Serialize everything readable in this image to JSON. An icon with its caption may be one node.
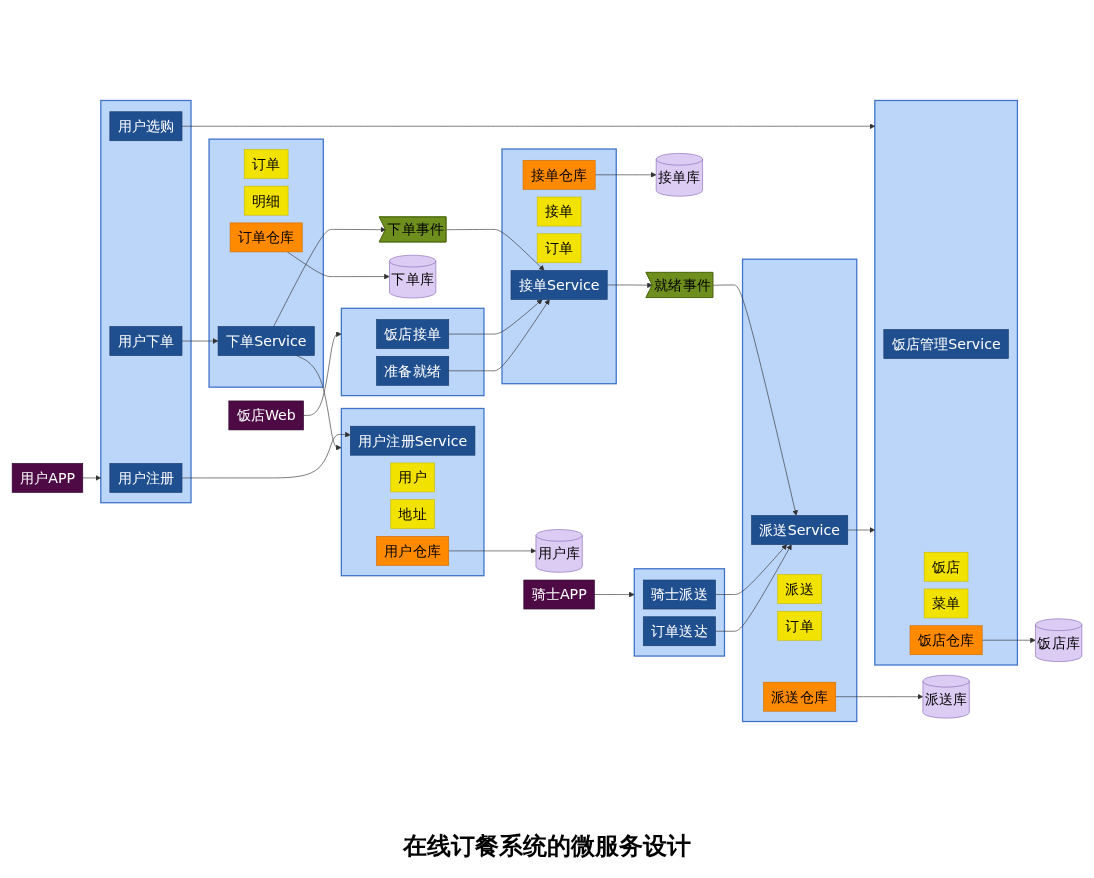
{
  "diagram": {
    "caption": "在线订餐系统的微服务设计",
    "nodes": [
      {
        "text": [
          "用户APP"
        ]
      },
      {
        "text": [],
        "shape": "hexagon"
      },
      {
        "text": [
          "用户注册"
        ],
        "in": 1
      },
      {
        "text": [
          "用户下单"
        ],
        "in": 1
      },
      {
        "text": [
          "用户选购"
        ],
        "in": 1
      },
      {
        "text": [
          "饭店Web"
        ]
      },
      {
        "text": [],
        "shape": "hexagon"
      },
      {
        "text": [
          "饭店接单"
        ],
        "in": 6
      },
      {
        "text": [
          "准备就绪"
        ],
        "in": 6
      },
      {
        "text": [
          "骑士APP"
        ]
      },
      {
        "text": [],
        "shape": "hexagon"
      },
      {
        "text": [
          "骑士派送"
        ],
        "in": 10
      },
      {
        "text": [
          "订单送达"
        ],
        "in": 10
      },
      {
        "text": [],
        "shape": "hexagon"
      },
      {
        "text": [
          "用户注册Service"
        ],
        "in": 13
      },
      {
        "text": [
          "用户"
        ],
        "in": 13
      },
      {
        "text": [
          "地址"
        ],
        "in": 13
      },
      {
        "text": [
          "用户仓库"
        ],
        "in": 13
      },
      {
        "text": [
          "用户库"
        ]
      },
      {
        "text": [],
        "shape": "hexagon"
      },
      {
        "text": [
          "下单Service"
        ],
        "in": 19
      },
      {
        "text": [
          "订单"
        ],
        "in": 19
      },
      {
        "text": [
          "明细"
        ],
        "in": 19
      },
      {
        "text": [
          "订单仓库"
        ],
        "in": 19
      },
      {
        "text": [
          "下单库"
        ]
      },
      {
        "text": [
          "下单事件"
        ]
      },
      {
        "text": [],
        "shape": "hexagon"
      },
      {
        "text": [
          "接单Service"
        ],
        "in": 26
      },
      {
        "text": [
          "接单"
        ],
        "in": 26
      },
      {
        "text": [
          "订单"
        ],
        "in": 26
      },
      {
        "text": [
          "接单仓库"
        ],
        "in": 26
      },
      {
        "text": [
          "接单库"
        ]
      },
      {
        "text": [
          "就绪事件"
        ]
      },
      {
        "text": [],
        "shape": "hexagon"
      },
      {
        "text": [
          "派送Service"
        ],
        "in": 33
      },
      {
        "text": [
          "派送"
        ],
        "in": 33
      },
      {
        "text": [
          "订单"
        ],
        "in": 33
      },
      {
        "text": [
          "派送仓库"
        ],
        "in": 33
      },
      {
        "text": [
          "派送库"
        ]
      },
      {
        "text": [],
        "shape": "hexagon"
      },
      {
        "text": [
          "饭店管理Service"
        ],
        "in": 39
      },
      {
        "text": [
          "饭店"
        ],
        "in": 39
      },
      {
        "text": [
          "菜单"
        ],
        "in": 39
      },
      {
        "text": [
          "饭店仓库"
        ],
        "in": 39
      },
      {
        "text": [
          "饭店库"
        ]
      }
    ],
    "edges": [
      {
        "from": 0,
        "to": 1,
        "arrow": "to"
      },
      {
        "from": 2,
        "to": 14,
        "arrow": "to"
      },
      {
        "from": 3,
        "to": 20,
        "arrow": "to"
      },
      {
        "from": 20,
        "to": 13,
        "arrow": "to"
      },
      {
        "from": 17,
        "to": 18,
        "arrow": "to"
      },
      {
        "from": 23,
        "to": 24,
        "arrow": "to"
      },
      {
        "from": 20,
        "to": 25,
        "arrow": "to"
      },
      {
        "from": 25,
        "to": 27,
        "arrow": "to"
      },
      {
        "from": 5,
        "to": 6,
        "arrow": "to"
      },
      {
        "from": 7,
        "to": 27,
        "arrow": "to"
      },
      {
        "from": 8,
        "to": 27,
        "arrow": "to"
      },
      {
        "from": 27,
        "to": 32,
        "arrow": "to"
      },
      {
        "from": 30,
        "to": 31,
        "arrow": "to"
      },
      {
        "from": 4,
        "to": 39,
        "arrow": "to"
      },
      {
        "from": 9,
        "to": 10,
        "arrow": "to"
      },
      {
        "from": 32,
        "to": 34,
        "arrow": "to"
      },
      {
        "from": 11,
        "to": 34,
        "arrow": "to"
      },
      {
        "from": 12,
        "to": 34,
        "arrow": "to"
      },
      {
        "from": 37,
        "to": 38,
        "arrow": "to"
      },
      {
        "from": 34,
        "to": 39,
        "arrow": "to"
      },
      {
        "from": 43,
        "to": 44,
        "arrow": "to"
      }
    ]
  }
}
